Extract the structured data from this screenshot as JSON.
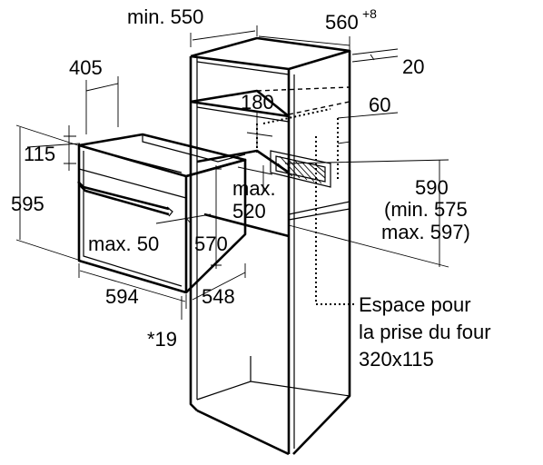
{
  "labels": {
    "cabinet_depth_min": "min. 550",
    "niche_width": "560",
    "niche_width_tolerance": "+8",
    "back_vent_gap": "20",
    "rear_depth": "405",
    "vent_opening": "180",
    "vent_height": "60",
    "top_offset": "115",
    "oven_height": "595",
    "niche_height": "590",
    "niche_height_min": "(min. 575",
    "niche_height_max": "max. 597)",
    "vent_depth_max": "max.",
    "vent_depth_value": "520",
    "handle_clearance": "max. 50",
    "oven_body_height": "570",
    "oven_width": "594",
    "oven_depth": "548",
    "front_panel": "*19",
    "socket_note_line1": "Espace pour",
    "socket_note_line2": "la prise du four",
    "socket_note_line3": "320x115"
  }
}
